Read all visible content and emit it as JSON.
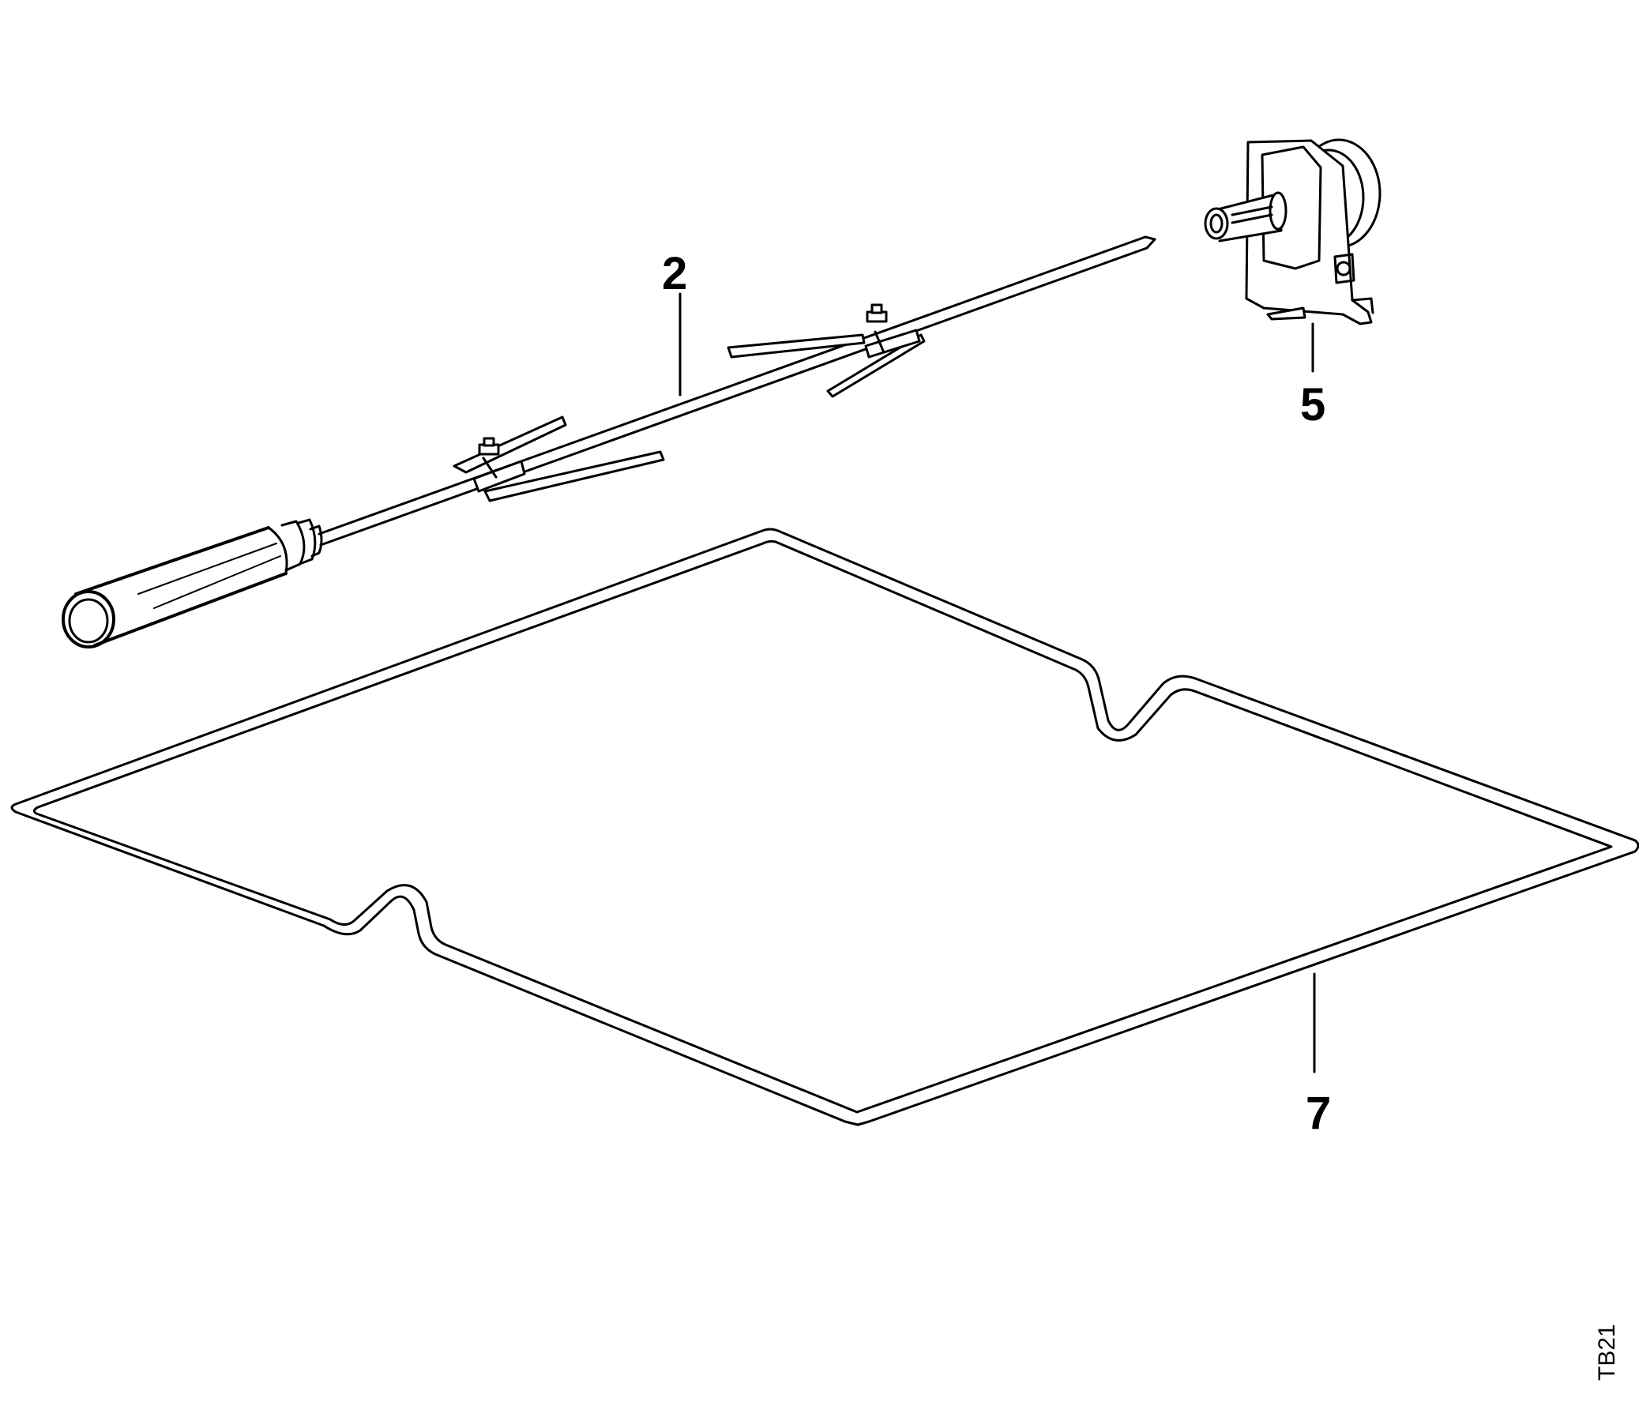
{
  "callouts": {
    "spit": "2",
    "motor": "5",
    "heating_element": "7"
  },
  "drawing_code": "TB21"
}
